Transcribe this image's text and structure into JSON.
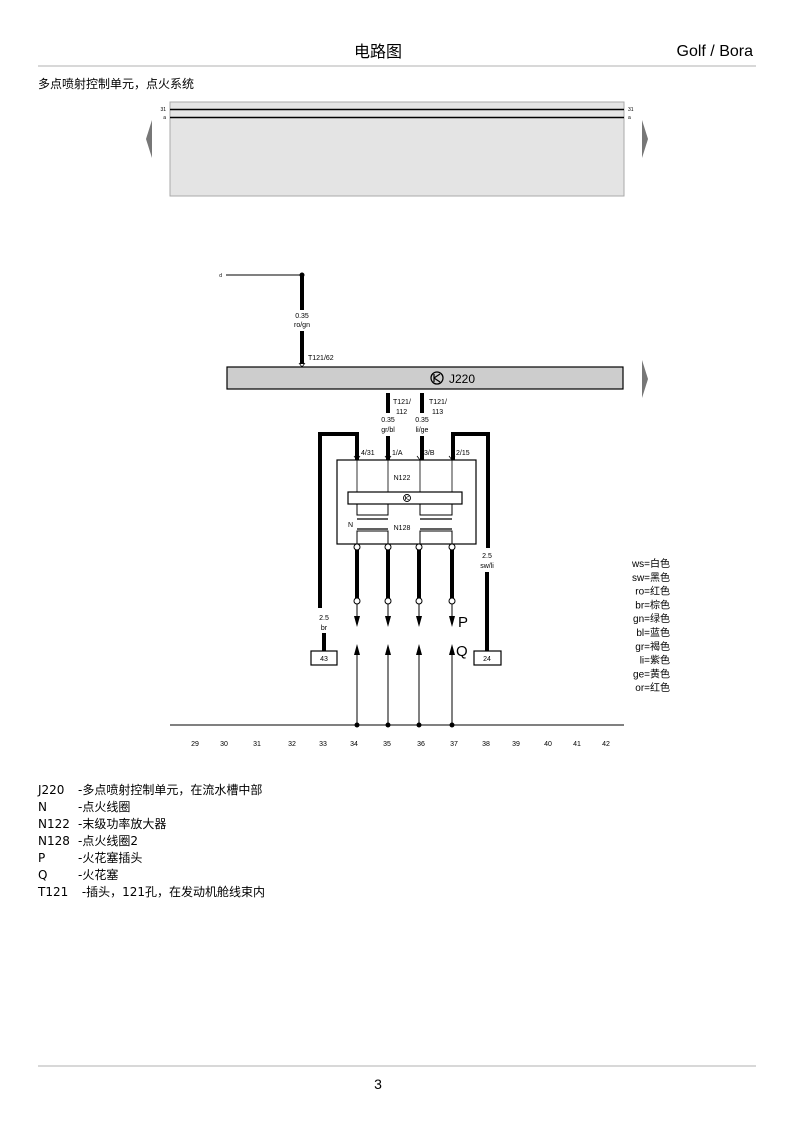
{
  "header": {
    "title": "电路图",
    "model": "Golf / Bora"
  },
  "subtitle": "多点喷射控制单元，点火系统",
  "bus": {
    "line1": "31",
    "line2": "a"
  },
  "diagram": {
    "feed_label": "d",
    "wire_top": {
      "gauge": "0.35",
      "color": "ro/gn",
      "pin": "T121/62"
    },
    "control_unit": "J220",
    "wire_112": {
      "pin_a": "T121/",
      "pin_b": "112",
      "gauge": "0.35",
      "color": "gr/bl"
    },
    "wire_113": {
      "pin_a": "T121/",
      "pin_b": "113",
      "gauge": "0.35",
      "color": "li/ge"
    },
    "pins": [
      "4/31",
      "1/A",
      "3/B",
      "2/15"
    ],
    "coil_upper": "N122",
    "coil_n": "N",
    "coil_lower": "N128",
    "wire_left": {
      "gauge": "2.5",
      "color": "br",
      "ground": "43"
    },
    "wire_right": {
      "gauge": "2.5",
      "color": "sw/li",
      "ground": "24"
    },
    "plug_label": "P",
    "spark_label": "Q",
    "track_numbers": [
      "29",
      "30",
      "31",
      "32",
      "33",
      "34",
      "35",
      "36",
      "37",
      "38",
      "39",
      "40",
      "41",
      "42"
    ]
  },
  "color_legend": [
    "ws=白色",
    "sw=黑色",
    "ro=红色",
    "br=棕色",
    "gn=绿色",
    "bl=蓝色",
    "gr=褐色",
    "li=紫色",
    "ge=黄色",
    "or=红色"
  ],
  "legend": [
    {
      "code": "J220",
      "desc": "-多点喷射控制单元，在流水槽中部"
    },
    {
      "code": "N",
      "desc": "-点火线圈"
    },
    {
      "code": "N122",
      "desc": "-末级功率放大器"
    },
    {
      "code": "N128",
      "desc": "-点火线圈2"
    },
    {
      "code": "P",
      "desc": "-火花塞插头"
    },
    {
      "code": "Q",
      "desc": "-火花塞"
    },
    {
      "code": "T121",
      "desc": " -插头，121孔，在发动机舱线束内"
    }
  ],
  "footer": {
    "page": "3"
  }
}
